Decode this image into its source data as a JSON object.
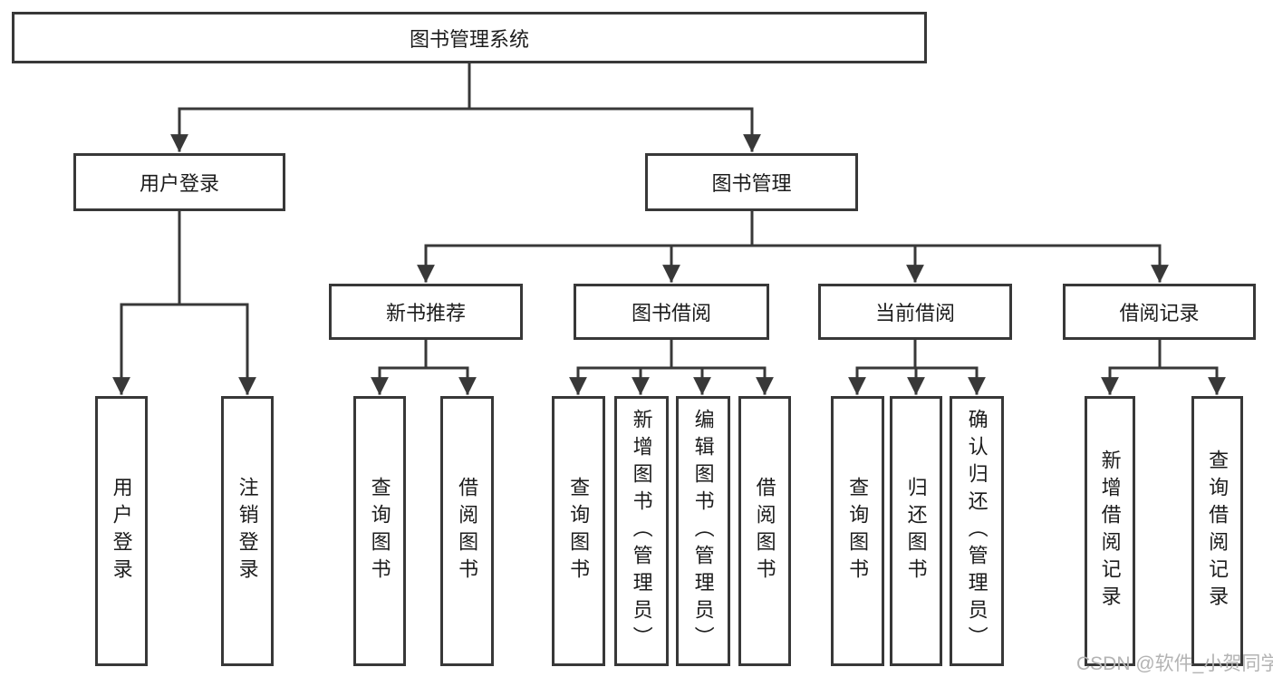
{
  "diagram": {
    "root": {
      "label": "图书管理系统",
      "children": [
        {
          "label": "用户登录",
          "children": [
            {
              "label": "用户登录"
            },
            {
              "label": "注销登录"
            }
          ]
        },
        {
          "label": "图书管理",
          "children": [
            {
              "label": "新书推荐",
              "children": [
                {
                  "label": "查询图书"
                },
                {
                  "label": "借阅图书"
                }
              ]
            },
            {
              "label": "图书借阅",
              "children": [
                {
                  "label": "查询图书"
                },
                {
                  "label": "新增图书（管理员）"
                },
                {
                  "label": "编辑图书（管理员）"
                },
                {
                  "label": "借阅图书"
                }
              ]
            },
            {
              "label": "当前借阅",
              "children": [
                {
                  "label": "查询图书"
                },
                {
                  "label": "归还图书"
                },
                {
                  "label": "确认归还（管理员）"
                }
              ]
            },
            {
              "label": "借阅记录",
              "children": [
                {
                  "label": "新增借阅记录"
                },
                {
                  "label": "查询借阅记录"
                }
              ]
            }
          ]
        }
      ]
    }
  },
  "watermark": "CSDN @软件_小贺同学",
  "colors": {
    "line": "#383838",
    "text": "#1c1c1c",
    "watermark": "#b3b3b3",
    "background": "#ffffff"
  }
}
